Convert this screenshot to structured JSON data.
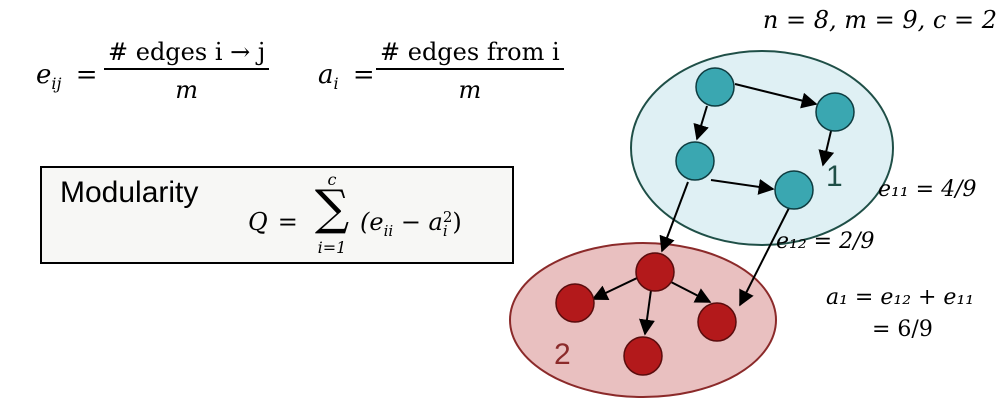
{
  "header": {
    "params": "n = 8, m = 9, c = 2"
  },
  "formulas": {
    "eij_lhs": "e",
    "eij_sub": "ij",
    "eij_num": "# edges i → j",
    "eij_den": "m",
    "ai_lhs": "a",
    "ai_sub": "i",
    "ai_num": "# edges from i",
    "ai_den": "m",
    "equals": "="
  },
  "modularity": {
    "label": "Modularity",
    "q": "Q",
    "equals": "=",
    "sum_top": "c",
    "sum_bottom": "i=1",
    "term_open": "(e",
    "term_sub_ii": "ii",
    "term_minus": " − a",
    "term_sup_2": "2",
    "term_sub_i": "i",
    "term_close": ")"
  },
  "communities": {
    "one": {
      "label": "1",
      "fill": "#dff0f4",
      "node_color": "#3aa7b1"
    },
    "two": {
      "label": "2",
      "fill": "#e9c0c0",
      "node_color": "#b3191b"
    }
  },
  "annotations": {
    "e11": "e₁₁ = 4/9",
    "e12": "e₁₂ = 2/9",
    "a1_line1": "a₁ = e₁₂ + e₁₁",
    "a1_line2": "= 6/9"
  }
}
